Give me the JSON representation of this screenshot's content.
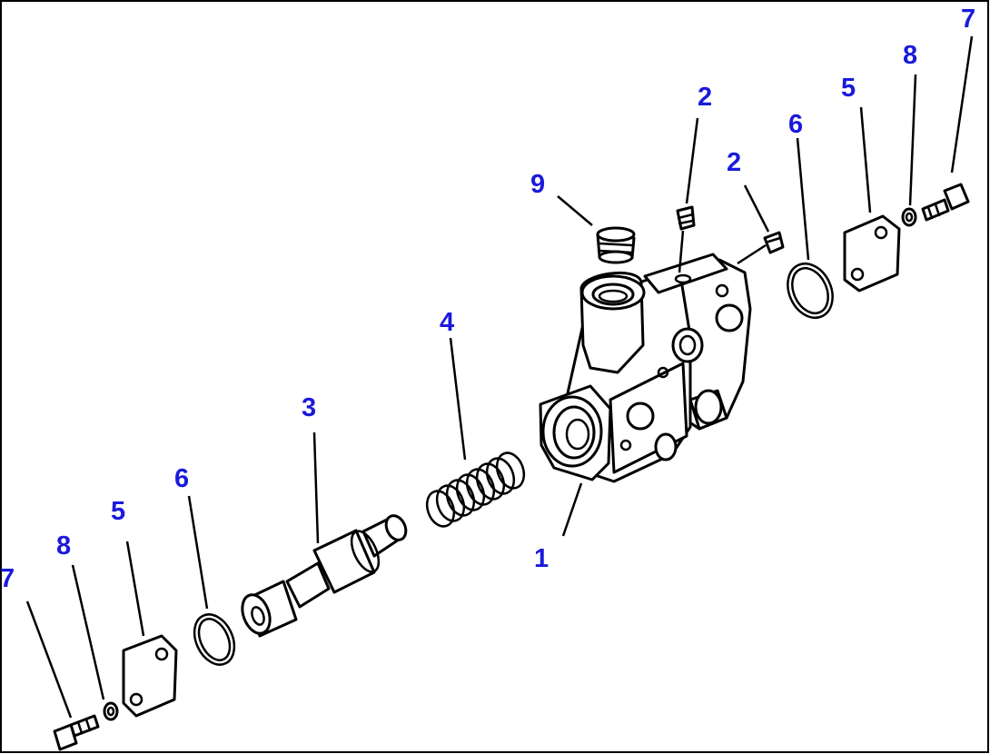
{
  "diagram": {
    "callouts": {
      "c1": "1",
      "c2a": "2",
      "c2b": "2",
      "c3": "3",
      "c4": "4",
      "c5a": "5",
      "c5b": "5",
      "c6a": "6",
      "c6b": "6",
      "c7a": "7",
      "c7b": "7",
      "c8a": "8",
      "c8b": "8",
      "c9": "9"
    },
    "callout_color": "#1a1adc",
    "line_color": "#000000",
    "background": "#ffffff"
  }
}
